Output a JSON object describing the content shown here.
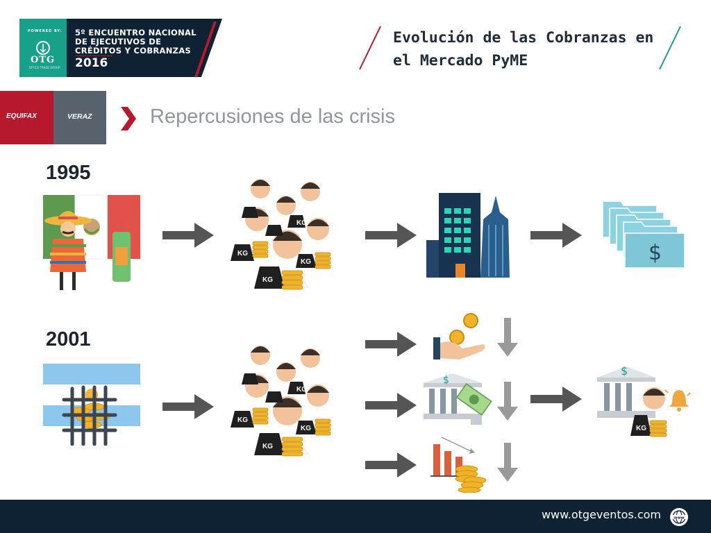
{
  "header": {
    "powered_by": "POWERED BY:",
    "logo_text": "OTG",
    "logo_sub": "OFFICE TRADE GROUP",
    "event_lines": [
      "5º ENCUENTRO NACIONAL",
      "DE EJECUTIVOS DE",
      "CRÉDITOS Y COBRANZAS"
    ],
    "event_year": "2016",
    "title_lines": [
      "Evolución de las Cobranzas en",
      "el Mercado PyME"
    ]
  },
  "brands": {
    "equifax": "EQUIFAX",
    "veraz": "VERAZ"
  },
  "section_title": "Repercusiones de las crisis",
  "rows": [
    {
      "year": "1995",
      "icons": [
        "mexico-flag-icon",
        "debtors-crowd-icon",
        "office-buildings-icon",
        "dollar-folders-icon"
      ]
    },
    {
      "year": "2001",
      "icons": [
        "argentina-flag-bars-icon",
        "debtors-crowd-icon",
        "coin-hand-icon",
        "bank-cash-icon",
        "falling-chart-coins-icon",
        "bank-debtor-bell-icon"
      ]
    }
  ],
  "weight_label": "KG",
  "currency_symbol": "$",
  "footer": {
    "website": "www.otgeventos.com",
    "globe_label": "www"
  },
  "colors": {
    "navy": "#0e2233",
    "teal": "#17a08a",
    "red": "#b6192c",
    "gray": "#58636d",
    "arrow": "#555555",
    "light_blue": "#7fc7d6",
    "coin_gold": "#f0b429"
  }
}
